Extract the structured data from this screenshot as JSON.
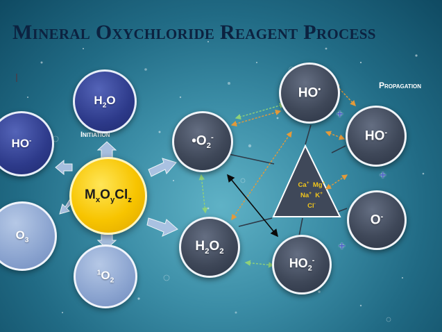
{
  "title": "Mineral Oxychloride Reagent Process",
  "labels": {
    "initiation": "Initiation",
    "propagation": "Propagation"
  },
  "reagent": {
    "M": "M",
    "x": "x",
    "O": "O",
    "y": "y",
    "Cl": "Cl",
    "z": "z"
  },
  "initiation_nodes": {
    "water": {
      "base": "H",
      "sub": "2",
      "tail": "O"
    },
    "hydroxide": {
      "base": "HO",
      "sup": "-"
    },
    "ozone": {
      "base": "O",
      "sub": "3"
    },
    "singlet_oxygen": {
      "pre_sup": "1",
      "base": "O",
      "sub": "2"
    }
  },
  "propagation_nodes": {
    "superoxide": {
      "dot": "•",
      "base": "O",
      "sub": "2",
      "sup": "-"
    },
    "hydrogen_peroxide": {
      "base": "H",
      "sub": "2",
      "mid": "O",
      "sub2": "2"
    },
    "hydroperoxide": {
      "base": "HO",
      "sub": "2",
      "sup": "-"
    },
    "hydroxyl_radical": {
      "base": "HO",
      "dot": "•"
    },
    "hydroxide": {
      "base": "HO",
      "sup": "-"
    },
    "oxide": {
      "base": "O",
      "sup": "-"
    }
  },
  "ions": {
    "ca": "Ca",
    "ca_charge": "+",
    "mg": "Mg",
    "mg_charge": "+",
    "na": "Na",
    "na_charge": "+",
    "k": "K",
    "k_charge": "+",
    "cl": "Cl",
    "cl_charge": "-"
  },
  "plus_sign": "+",
  "colors": {
    "title": "#0c2240",
    "dark_node": "#3f4859",
    "blue_node": "#2d3a8a",
    "light_node": "#8aa3cf",
    "reagent": "#f7c400",
    "triangle": "#3f4859",
    "ions": "#f2c61c",
    "arrow_orange": "#e39a3a",
    "arrow_green": "#8fd17a",
    "arrow_black": "#0a0a0a",
    "connector": "#b4c6e7"
  }
}
